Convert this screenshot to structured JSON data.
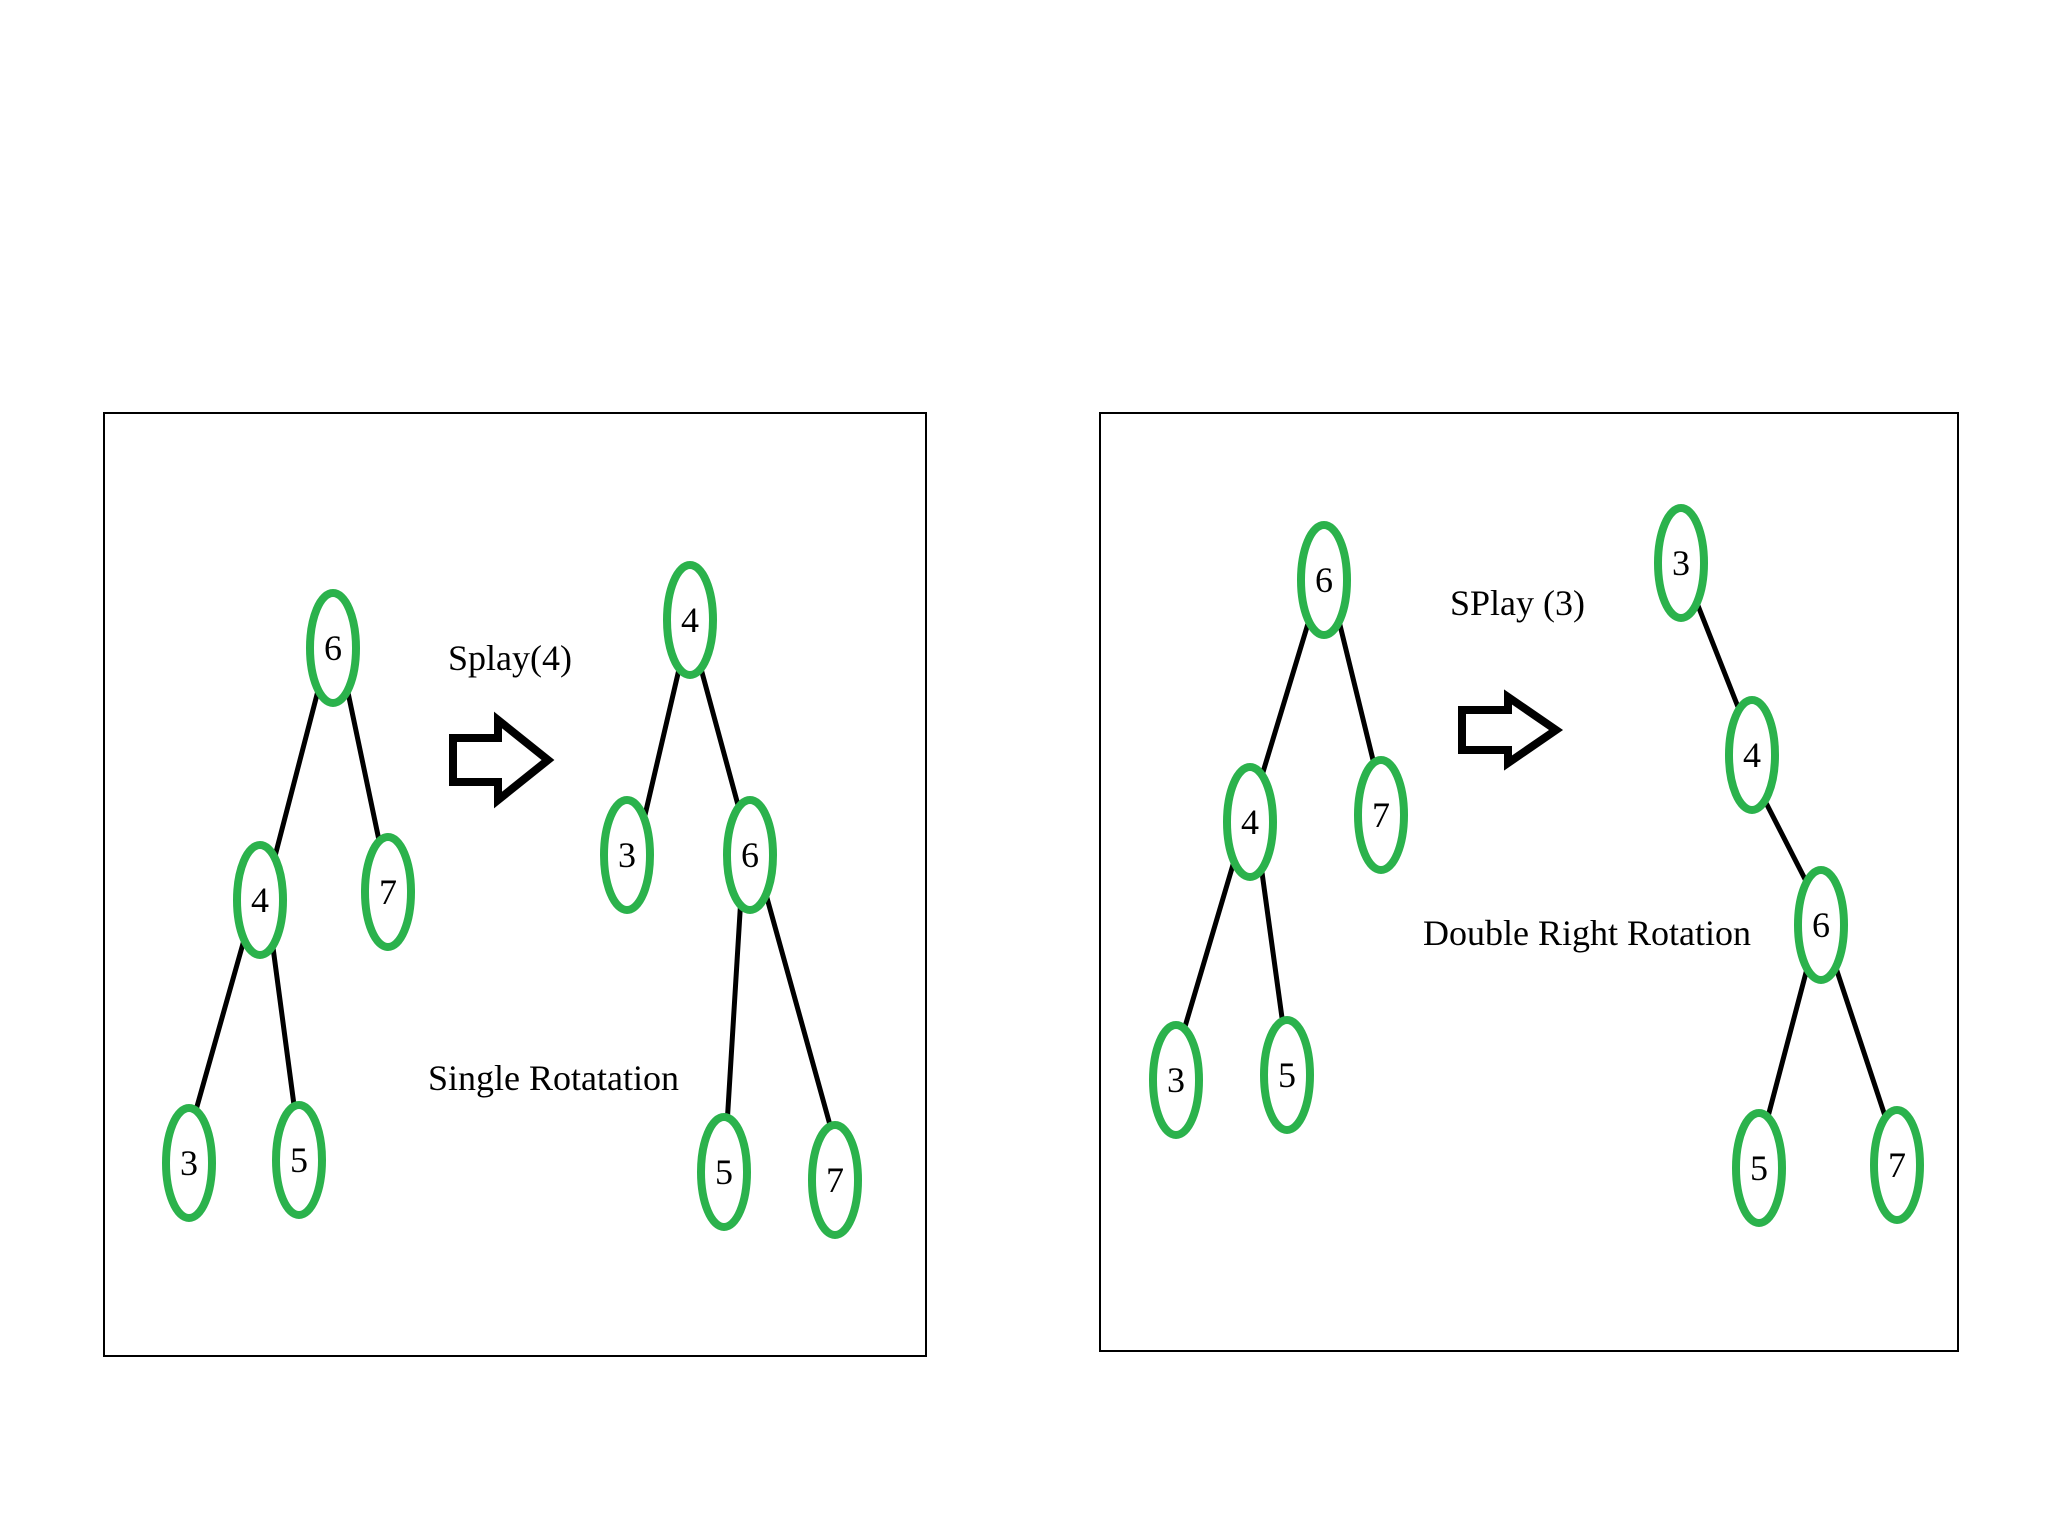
{
  "colors": {
    "node_ring": "#2bb24c",
    "edge": "#000000",
    "frame": "#000000"
  },
  "panels": [
    {
      "id": "single",
      "operation_label": "Splay(4)",
      "caption": "Single Rotatation",
      "arrow_icon": "right-arrow-icon",
      "before": {
        "nodes": [
          "6",
          "4",
          "7",
          "3",
          "5"
        ],
        "edges": [
          [
            "6",
            "4"
          ],
          [
            "6",
            "7"
          ],
          [
            "4",
            "3"
          ],
          [
            "4",
            "5"
          ]
        ]
      },
      "after": {
        "nodes": [
          "4",
          "3",
          "6",
          "5",
          "7"
        ],
        "edges": [
          [
            "4",
            "3"
          ],
          [
            "4",
            "6"
          ],
          [
            "6",
            "5"
          ],
          [
            "6",
            "7"
          ]
        ]
      }
    },
    {
      "id": "double",
      "operation_label": "SPlay (3)",
      "caption": "Double Right Rotation",
      "arrow_icon": "right-arrow-icon",
      "before": {
        "nodes": [
          "6",
          "4",
          "7",
          "3",
          "5"
        ],
        "edges": [
          [
            "6",
            "4"
          ],
          [
            "6",
            "7"
          ],
          [
            "4",
            "3"
          ],
          [
            "4",
            "5"
          ]
        ]
      },
      "after": {
        "nodes": [
          "3",
          "4",
          "6",
          "5",
          "7"
        ],
        "edges": [
          [
            "3",
            "4"
          ],
          [
            "4",
            "6"
          ],
          [
            "6",
            "5"
          ],
          [
            "6",
            "7"
          ]
        ]
      }
    }
  ]
}
